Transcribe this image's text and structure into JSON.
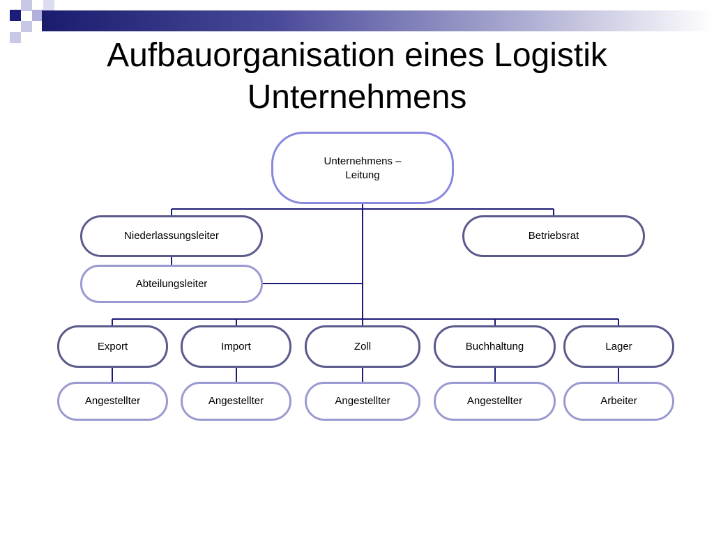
{
  "slide": {
    "title": "Aufbauorganisation eines Logistik\nUnternehmens"
  },
  "colors": {
    "connector": "#1a1a78",
    "border_dark": "#5a5a8c",
    "border_light": "#9a9ad2",
    "border_top": "#8888e0",
    "band_start": "#1c1c6e"
  },
  "org": {
    "leitung": "Unternehmens –\nLeitung",
    "niederlassungsleiter": "Niederlassungsleiter",
    "betriebsrat": "Betriebsrat",
    "abteilungsleiter": "Abteilungsleiter",
    "departments": [
      {
        "name": "Export",
        "staff": "Angestellter"
      },
      {
        "name": "Import",
        "staff": "Angestellter"
      },
      {
        "name": "Zoll",
        "staff": "Angestellter"
      },
      {
        "name": "Buchhaltung",
        "staff": "Angestellter"
      },
      {
        "name": "Lager",
        "staff": "Arbeiter"
      }
    ]
  }
}
